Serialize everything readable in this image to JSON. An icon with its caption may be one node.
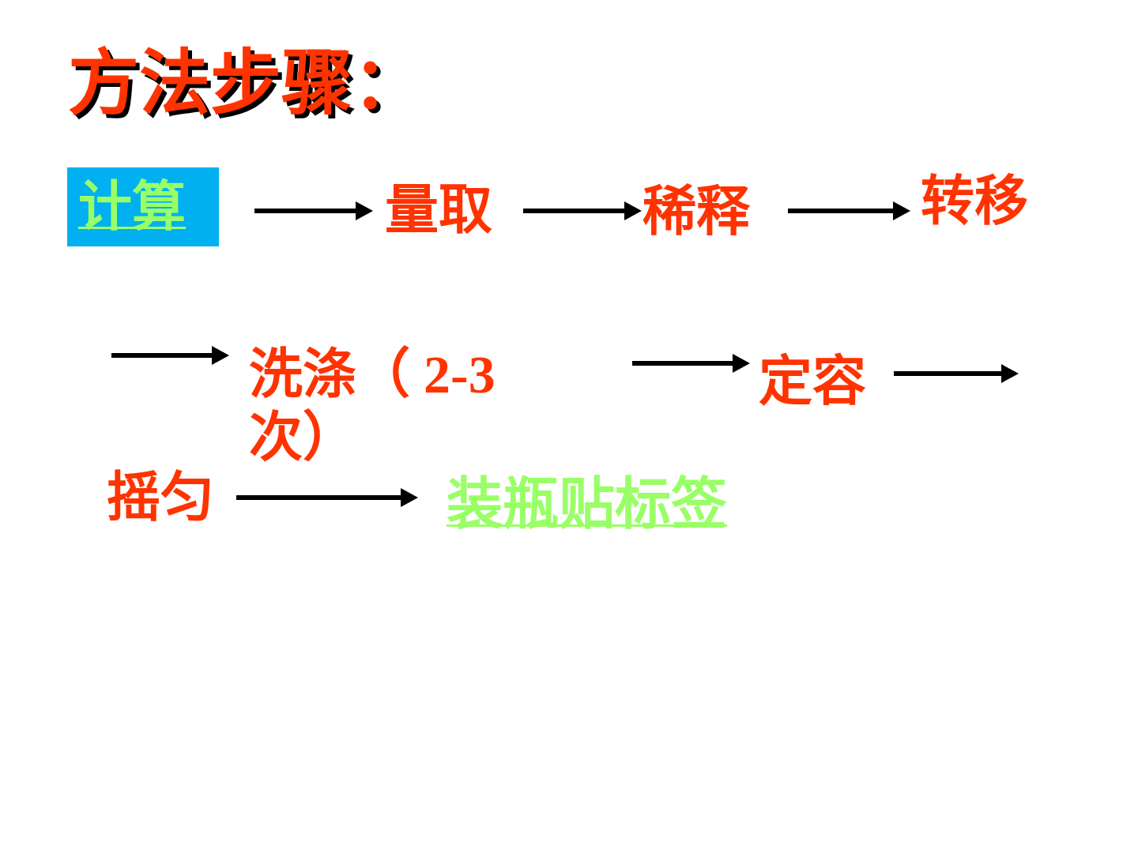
{
  "diagram": {
    "title": "方法步骤：",
    "nodes": [
      {
        "text": [
          "计算"
        ]
      },
      {
        "text": [
          "量取"
        ]
      },
      {
        "text": [
          "稀释"
        ]
      },
      {
        "text": [
          "转移"
        ]
      },
      {
        "text": [
          "洗涤（ 2-3次）"
        ]
      },
      {
        "text": [
          "定容"
        ]
      },
      {
        "text": [
          "摇匀"
        ]
      },
      {
        "text": [
          "装瓶贴标签"
        ]
      }
    ],
    "edges": [
      {
        "from": 0,
        "to": 1,
        "arrow": "to"
      },
      {
        "from": 1,
        "to": 2,
        "arrow": "to"
      },
      {
        "from": 2,
        "to": 3,
        "arrow": "to"
      },
      {
        "from": null,
        "to": 4,
        "arrow": "to"
      },
      {
        "from": null,
        "to": 5,
        "arrow": "to"
      },
      {
        "from": 5,
        "to": null,
        "arrow": "to"
      },
      {
        "from": 6,
        "to": 7,
        "arrow": "to"
      }
    ]
  }
}
